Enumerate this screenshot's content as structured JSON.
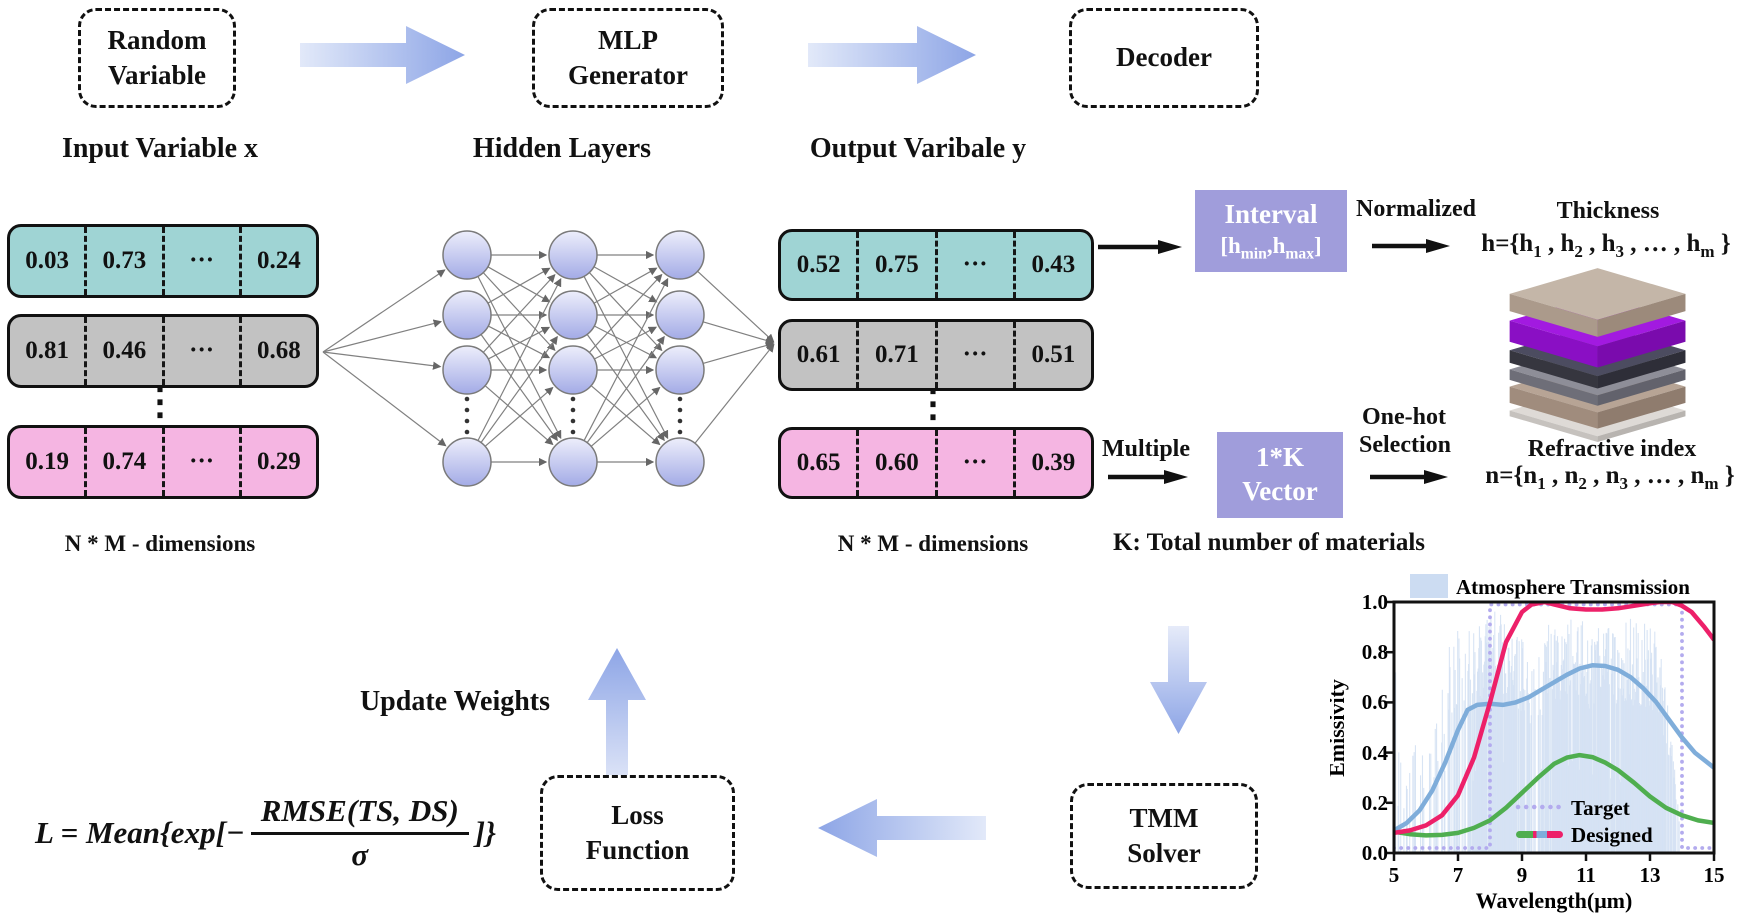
{
  "top_flow": {
    "random_variable": {
      "line1": "Random",
      "line2": "Variable"
    },
    "mlp_generator": {
      "line1": "MLP",
      "line2": "Generator"
    },
    "decoder": {
      "line1": "Decoder"
    }
  },
  "headings": {
    "input": "Input Variable x",
    "hidden": "Hidden Layers",
    "output": "Output Varibale y",
    "input_dims": "N * M - dimensions",
    "output_dims": "N * M - dimensions",
    "k_note": "K: Total number of materials"
  },
  "input_vectors": {
    "ellipsis": "⋮",
    "rows": [
      {
        "values": [
          "0.03",
          "0.73",
          "···",
          "0.24"
        ]
      },
      {
        "values": [
          "0.81",
          "0.46",
          "···",
          "0.68"
        ]
      },
      {
        "values": [
          "0.19",
          "0.74",
          "···",
          "0.29"
        ]
      }
    ]
  },
  "output_vectors": {
    "ellipsis": "⋮",
    "rows": [
      {
        "values": [
          "0.52",
          "0.75",
          "···",
          "0.43"
        ]
      },
      {
        "values": [
          "0.61",
          "0.71",
          "···",
          "0.51"
        ]
      },
      {
        "values": [
          "0.65",
          "0.60",
          "···",
          "0.39"
        ]
      }
    ]
  },
  "thickness_path": {
    "interval_title": "Interval",
    "interval_range": [
      {
        "t": "[h"
      },
      {
        "t": "min",
        "sub": true
      },
      {
        "t": ",h"
      },
      {
        "t": "max",
        "sub": true
      },
      {
        "t": "]"
      }
    ],
    "normalized_label": "Normalized",
    "thickness_title": "Thickness",
    "thickness_formula": [
      {
        "t": "h={h"
      },
      {
        "t": "1",
        "sub": true
      },
      {
        "t": " , h"
      },
      {
        "t": "2",
        "sub": true
      },
      {
        "t": " , h"
      },
      {
        "t": "3",
        "sub": true
      },
      {
        "t": " , … , h"
      },
      {
        "t": "m",
        "sub": true
      },
      {
        "t": " }"
      }
    ]
  },
  "material_path": {
    "multiple_label": "Multiple",
    "kvector": {
      "line1": "1*K",
      "line2": "Vector"
    },
    "onehot_line1": "One-hot",
    "onehot_line2": "Selection",
    "refractive_title": "Refractive index",
    "refractive_formula": [
      {
        "t": "n={n"
      },
      {
        "t": "1",
        "sub": true
      },
      {
        "t": " , n"
      },
      {
        "t": "2",
        "sub": true
      },
      {
        "t": " , n"
      },
      {
        "t": "3",
        "sub": true
      },
      {
        "t": " , … , n"
      },
      {
        "t": "m",
        "sub": true
      },
      {
        "t": " }"
      }
    ]
  },
  "loop": {
    "update_weights": "Update Weights",
    "loss_function": {
      "line1": "Loss",
      "line2": "Function"
    },
    "tmm_solver": {
      "line1": "TMM",
      "line2": "Solver"
    },
    "loss_formula": {
      "lhs": "L = Mean{exp[−",
      "numerator": "RMSE(TS, DS)",
      "denominator": "σ",
      "rhs": "]}"
    }
  },
  "colors": {
    "vector_teal": "#9fd4d4",
    "vector_gray": "#c2c2c2",
    "vector_pink": "#f5b5e2",
    "purple_box": "#a09ddb",
    "arrow_light": "#dde6f8",
    "arrow_dark": "#8da5e6",
    "node_fill_top": "#edeefb",
    "node_fill_bottom": "#a3abe6",
    "curve_pink": "#ed2069",
    "curve_blue": "#7fadda",
    "curve_green": "#4fae4f",
    "target_purple": "#b3abee",
    "atmosphere_fill": "#d4e1f3"
  },
  "chart_data": {
    "type": "line",
    "legend_title": "Atmosphere Transmission",
    "xlabel": "Wavelength(μm)",
    "ylabel": "Emissivity",
    "xlim": [
      5,
      15
    ],
    "ylim": [
      0.0,
      1.0
    ],
    "xticks": [
      "5",
      "7",
      "9",
      "11",
      "13",
      "15"
    ],
    "yticks": [
      "0.0",
      "0.2",
      "0.4",
      "0.6",
      "0.8",
      "1.0"
    ],
    "grid": false,
    "legend_position": "lower right inside",
    "legend": [
      {
        "label": "Target",
        "style": "dotted",
        "color": "#b3abee"
      },
      {
        "label": "Designed",
        "style": "solid-multicolor",
        "colors": [
          "#4fae4f",
          "#ed2069",
          "#7fadda",
          "#ed2069"
        ]
      }
    ],
    "series": [
      {
        "name": "Target",
        "color": "#b3abee",
        "line": "dotted",
        "x": [
          5,
          8,
          8,
          14,
          14,
          15
        ],
        "y": [
          0.02,
          0.02,
          0.99,
          0.99,
          0.02,
          0.02
        ]
      },
      {
        "name": "Designed emissivity (pink)",
        "color": "#ed2069",
        "line": "solid",
        "x": [
          5,
          5.5,
          6,
          6.5,
          7,
          7.5,
          8,
          8.5,
          9,
          9.3,
          9.7,
          10,
          10.5,
          11,
          11.5,
          12,
          12.5,
          13,
          13.3,
          13.7,
          14,
          14.3,
          14.7,
          15
        ],
        "y": [
          0.08,
          0.09,
          0.11,
          0.15,
          0.23,
          0.38,
          0.6,
          0.84,
          0.96,
          0.99,
          1.0,
          0.99,
          0.975,
          0.97,
          0.97,
          0.975,
          0.985,
          0.995,
          1.0,
          1.0,
          0.985,
          0.96,
          0.9,
          0.85
        ]
      },
      {
        "name": "Designed emissivity (blue)",
        "color": "#7fadda",
        "line": "solid",
        "x": [
          5,
          5.4,
          5.8,
          6.2,
          6.6,
          7,
          7.3,
          7.6,
          8,
          8.4,
          8.8,
          9.2,
          9.6,
          10,
          10.4,
          10.8,
          11.2,
          11.6,
          12,
          12.4,
          12.8,
          13.2,
          13.6,
          14,
          14.4,
          15
        ],
        "y": [
          0.09,
          0.12,
          0.17,
          0.25,
          0.36,
          0.49,
          0.57,
          0.59,
          0.595,
          0.59,
          0.6,
          0.62,
          0.65,
          0.68,
          0.71,
          0.735,
          0.748,
          0.745,
          0.73,
          0.7,
          0.655,
          0.6,
          0.53,
          0.46,
          0.4,
          0.34
        ]
      },
      {
        "name": "Designed emissivity (green)",
        "color": "#4fae4f",
        "line": "solid",
        "x": [
          5,
          5.5,
          6,
          6.5,
          7,
          7.5,
          8,
          8.5,
          9,
          9.5,
          10,
          10.4,
          10.8,
          11.2,
          11.6,
          12,
          12.5,
          13,
          13.5,
          14,
          14.5,
          15
        ],
        "y": [
          0.085,
          0.075,
          0.07,
          0.072,
          0.08,
          0.1,
          0.13,
          0.18,
          0.24,
          0.3,
          0.355,
          0.38,
          0.39,
          0.382,
          0.36,
          0.33,
          0.28,
          0.225,
          0.18,
          0.15,
          0.13,
          0.12
        ]
      }
    ],
    "atmosphere": {
      "note": "shaded atmospheric transmission spectrum band",
      "color": "#d4e1f3",
      "x": [
        5.05,
        5.15,
        5.4,
        5.7,
        6.0,
        6.3,
        6.6,
        6.9,
        7.2,
        7.5,
        7.8,
        8.1,
        8.6,
        9.0,
        9.4,
        9.8,
        10.4,
        11.0,
        11.6,
        12.2,
        12.8,
        13.2,
        13.5,
        13.8,
        14.0
      ],
      "top": [
        0.88,
        0.55,
        0.35,
        0.45,
        0.4,
        0.5,
        0.75,
        0.92,
        0.95,
        0.93,
        0.96,
        0.97,
        0.95,
        0.85,
        0.75,
        0.92,
        0.95,
        0.93,
        0.9,
        0.94,
        0.92,
        0.88,
        0.7,
        0.3,
        0.05
      ],
      "density": [
        0.7,
        0.5,
        0.25,
        0.3,
        0.3,
        0.35,
        0.5,
        0.6,
        0.65,
        0.7,
        0.9,
        1.0,
        1.0,
        0.75,
        0.7,
        0.95,
        1.0,
        1.0,
        0.95,
        1.0,
        1.0,
        0.95,
        0.8,
        0.5,
        0.3
      ]
    }
  }
}
